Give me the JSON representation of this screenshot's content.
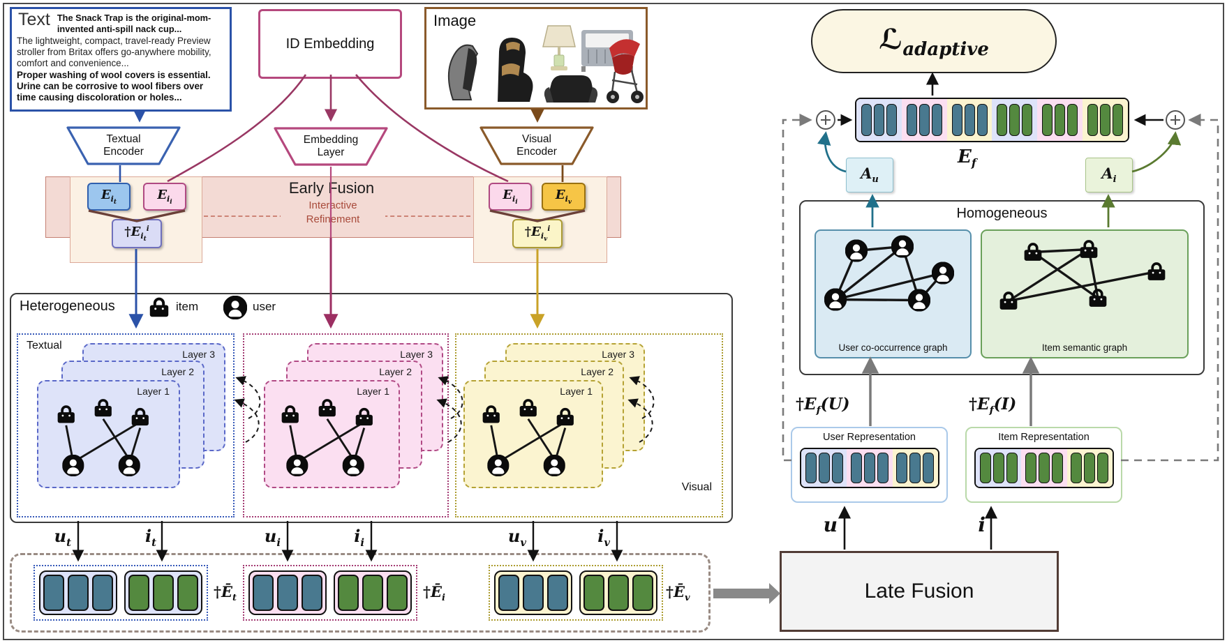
{
  "figure": {
    "inputs": {
      "text_panel": {
        "label": "Text",
        "snippet_bold_1": "The Snack Trap is the original-mom-invented  anti-spill nack cup...",
        "snippet_regular": "The lightweight, compact, travel-ready Preview stroller from Britax offers go-anywhere mobility, comfort and convenience...",
        "snippet_bold_2": "Proper washing of wool covers is essential. Urine can be corrosive to wool fibers over time causing discoloration or holes..."
      },
      "id_embedding": {
        "label": "ID Embedding"
      },
      "image_panel": {
        "label": "Image",
        "products": [
          "baby-carrier",
          "car-seat",
          "table-lamp",
          "crib",
          "booster-seat",
          "stroller"
        ]
      }
    },
    "encoders": {
      "textual": {
        "line1": "Textual",
        "line2": "Encoder"
      },
      "embedding": {
        "line1": "Embedding",
        "line2": "Layer"
      },
      "visual": {
        "line1": "Visual",
        "line2": "Encoder"
      }
    },
    "early_fusion": {
      "title": "Early Fusion",
      "refinement": {
        "line1": "Interactive",
        "line2": "Refinement"
      },
      "e_it": {
        "base": "E",
        "sub": "i",
        "subsub": "t"
      },
      "e_ii": {
        "base": "E",
        "sub": "i",
        "subsub": "i"
      },
      "e_iv": {
        "base": "E",
        "sub": "i",
        "subsub": "v"
      },
      "fused_t": {
        "pre": "†",
        "base": "E",
        "sub": "i",
        "subsub": "t",
        "sup": "i"
      },
      "fused_v": {
        "pre": "†",
        "base": "E",
        "sub": "i",
        "subsub": "v",
        "sup": "i"
      }
    },
    "heterogeneous": {
      "title": "Heterogeneous",
      "legend": {
        "item": "item",
        "user": "user"
      },
      "layers": [
        "Layer 3",
        "Layer 2",
        "Layer 1"
      ],
      "panels": {
        "textual": "Textual",
        "visual": "Visual"
      }
    },
    "modality_outputs": {
      "u_t": {
        "base": "u",
        "sub": "t"
      },
      "i_t": {
        "base": "i",
        "sub": "t"
      },
      "u_i": {
        "base": "u",
        "sub": "i"
      },
      "i_i": {
        "base": "i",
        "sub": "i"
      },
      "u_v": {
        "base": "u",
        "sub": "v"
      },
      "i_v": {
        "base": "i",
        "sub": "v"
      },
      "ebar_t": {
        "pre": "†",
        "base": "Ē",
        "sub": "t"
      },
      "ebar_i": {
        "pre": "†",
        "base": "Ē",
        "sub": "i"
      },
      "ebar_v": {
        "pre": "†",
        "base": "Ē",
        "sub": "v"
      }
    },
    "late_fusion": {
      "title": "Late Fusion",
      "u": {
        "base": "u"
      },
      "i": {
        "base": "i"
      }
    },
    "fusion_head": {
      "loss": {
        "base": "ℒ",
        "sub": "adaptive"
      },
      "ef": {
        "base": "E",
        "sub": "f"
      },
      "au": {
        "base": "A",
        "sub": "u"
      },
      "ai": {
        "base": "A",
        "sub": "i"
      }
    },
    "homogeneous": {
      "title": "Homogeneous",
      "user_graph_caption": "User co-occurrence graph",
      "item_graph_caption": "Item semantic graph"
    },
    "representations": {
      "user": {
        "title": "User Representation",
        "label": {
          "pre": "†",
          "base": "E",
          "sub": "f",
          "post": "(U)"
        }
      },
      "item": {
        "title": "Item Representation",
        "label": {
          "pre": "†",
          "base": "E",
          "sub": "f",
          "post": "(I)"
        }
      }
    },
    "colors": {
      "text_blue": "#2b52a8",
      "id_pink": "#b5487d",
      "image_brown": "#8a5a2a",
      "fusion_band": "#f3dad4",
      "gold": "#c9a227",
      "cell_blue": "#49798f",
      "cell_green": "#54893f",
      "teal": "#20708a",
      "olive": "#5a7a30"
    }
  }
}
